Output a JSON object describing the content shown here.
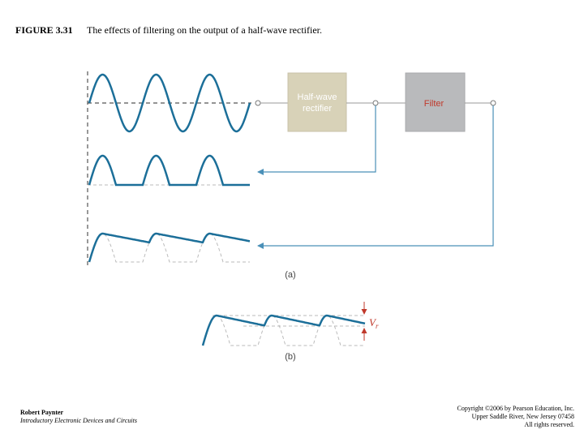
{
  "figure": {
    "label": "FIGURE 3.31",
    "caption": "The effects of filtering on the output of a half-wave rectifier."
  },
  "blocks": {
    "rectifier_line1": "Half-wave",
    "rectifier_line2": "rectifier",
    "filter": "Filter"
  },
  "parts": {
    "a": "(a)",
    "b": "(b)"
  },
  "ripple_label": "V",
  "ripple_subscript": "r",
  "footer": {
    "author": "Robert Paynter",
    "book": "Introductory Electronic Devices and Circuits",
    "copyright_lines": [
      "Copyright ©2006 by Pearson Education, Inc.",
      "Upper Saddle River, New Jersey 07458",
      "All rights reserved."
    ]
  },
  "colors": {
    "waveform": "#1c6f99",
    "arrow": "#4a90b8",
    "rectifier_block": "#d8d2b8",
    "filter_block": "#b9babc",
    "filter_text": "#c0392b",
    "block_text": "#ffffff",
    "dash": "#555555",
    "light_dash": "#bbbbbb",
    "ripple_arrow": "#c0392b"
  }
}
